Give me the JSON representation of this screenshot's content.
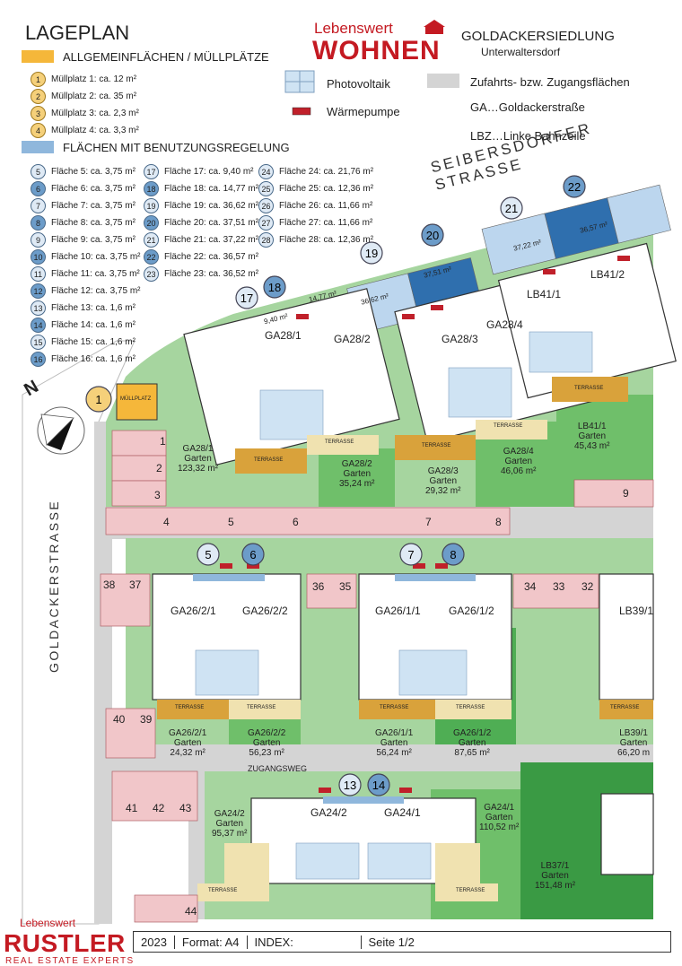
{
  "header": {
    "title": "LAGEPLAN",
    "brand_top": "Lebenswert",
    "brand_bottom": "WOHNEN",
    "project_name": "GOLDACKERSIEDLUNG",
    "project_location": "Unterwaltersdorf"
  },
  "legend": {
    "common_areas": "ALLGEMEINFLÄCHEN / MÜLLPLÄTZE",
    "photovoltaik": "Photovoltaik",
    "heat_pump": "Wärmepumpe",
    "access_areas": "Zufahrts- bzw. Zugangsflächen",
    "ga_abbrev": "GA…Goldackerstraße",
    "lbz_abbrev": "LBZ…Linke Bahnzeile",
    "usage_areas": "FLÄCHEN MIT BENUTZUNGSREGELUNG",
    "muellplaetze": [
      {
        "n": "1",
        "text": "Müllplatz 1: ca. 12 m²"
      },
      {
        "n": "2",
        "text": "Müllplatz 2: ca. 35 m²"
      },
      {
        "n": "3",
        "text": "Müllplatz 3: ca. 2,3 m²"
      },
      {
        "n": "4",
        "text": "Müllplatz 4: ca. 3,3 m²"
      }
    ],
    "flaechen_col1": [
      {
        "n": "5",
        "text": "Fläche 5: ca. 3,75 m²"
      },
      {
        "n": "6",
        "text": "Fläche 6: ca. 3,75 m²"
      },
      {
        "n": "7",
        "text": "Fläche 7: ca. 3,75 m²"
      },
      {
        "n": "8",
        "text": "Fläche 8: ca. 3,75 m²"
      },
      {
        "n": "9",
        "text": "Fläche 9: ca. 3,75 m²"
      },
      {
        "n": "10",
        "text": "Fläche 10: ca. 3,75 m²"
      },
      {
        "n": "11",
        "text": "Fläche 11: ca. 3,75 m²"
      },
      {
        "n": "12",
        "text": "Fläche 12: ca. 3,75 m²"
      },
      {
        "n": "13",
        "text": "Fläche 13: ca. 1,6 m²"
      },
      {
        "n": "14",
        "text": "Fläche 14: ca. 1,6 m²"
      },
      {
        "n": "15",
        "text": "Fläche 15: ca. 1,6 m²"
      },
      {
        "n": "16",
        "text": "Fläche 16: ca. 1,6 m²"
      }
    ],
    "flaechen_col2": [
      {
        "n": "17",
        "text": "Fläche 17: ca. 9,40 m²"
      },
      {
        "n": "18",
        "text": "Fläche 18: ca. 14,77 m²"
      },
      {
        "n": "19",
        "text": "Fläche 19: ca. 36,62 m²"
      },
      {
        "n": "20",
        "text": "Fläche 20: ca. 37,51 m²"
      },
      {
        "n": "21",
        "text": "Fläche 21: ca. 37,22 m²"
      },
      {
        "n": "22",
        "text": "Fläche 22: ca. 36,57 m²"
      },
      {
        "n": "23",
        "text": "Fläche 23: ca. 36,52 m²"
      }
    ],
    "flaechen_col3": [
      {
        "n": "24",
        "text": "Fläche 24: ca. 21,76 m²"
      },
      {
        "n": "25",
        "text": "Fläche 25: ca. 12,36 m²"
      },
      {
        "n": "26",
        "text": "Fläche 26: ca. 11,66 m²"
      },
      {
        "n": "27",
        "text": "Fläche 27: ca. 11,66 m²"
      },
      {
        "n": "28",
        "text": "Fläche 28: ca. 12,36 m²"
      }
    ]
  },
  "map": {
    "north": "N",
    "street_seibersdorf": "SEIBERSDORFER STRASSE",
    "street_goldacker": "GOLDACKERSTRASSE",
    "zugangsweg": "ZUGANGSWEG",
    "terrasse": "TERRASSE",
    "muellplatz_label": "MÜLLPLATZ",
    "houses_top": [
      "GA28/1",
      "GA28/2",
      "GA28/3",
      "GA28/4",
      "LB41/1",
      "LB41/2"
    ],
    "houses_mid": [
      "GA26/2/1",
      "GA26/2/2",
      "GA26/1/1",
      "GA26/1/2",
      "LB39/1"
    ],
    "houses_bottom": [
      "GA24/2",
      "GA24/1"
    ],
    "gardens": [
      {
        "name": "GA28/1",
        "label": "Garten",
        "area": "123,32 m²"
      },
      {
        "name": "GA28/2",
        "label": "Garten",
        "area": "35,24 m²"
      },
      {
        "name": "GA28/3",
        "label": "Garten",
        "area": "29,32 m²"
      },
      {
        "name": "GA28/4",
        "label": "Garten",
        "area": "46,06 m²"
      },
      {
        "name": "LB41/1",
        "label": "Garten",
        "area": "45,43 m²"
      },
      {
        "name": "GA26/2/1",
        "label": "Garten",
        "area": "24,32 m²"
      },
      {
        "name": "GA26/2/2",
        "label": "Garten",
        "area": "56,23 m²"
      },
      {
        "name": "GA26/1/1",
        "label": "Garten",
        "area": "56,24 m²"
      },
      {
        "name": "GA26/1/2",
        "label": "Garten",
        "area": "87,65 m²"
      },
      {
        "name": "LB39/1",
        "label": "Garten",
        "area": "66,20 m"
      },
      {
        "name": "GA24/2",
        "label": "Garten",
        "area": "95,37 m²"
      },
      {
        "name": "GA24/1",
        "label": "Garten",
        "area": "110,52 m²"
      },
      {
        "name": "LB37/1",
        "label": "Garten",
        "area": "151,48 m²"
      }
    ],
    "strip_areas": [
      "9,40 m²",
      "14,77 m²",
      "36,62 m²",
      "37,51 m²",
      "37,22 m²",
      "36,57 m²"
    ]
  },
  "footer": {
    "brand": "RUSTLER",
    "brand_sub": "REAL ESTATE EXPERTS",
    "brand_top": "Lebenswert",
    "year": "2023",
    "format": "Format: A4",
    "index": "INDEX:",
    "page": "Seite 1/2"
  },
  "colors": {
    "common": "#f5b73a",
    "usage_blue": "#8fb7dc",
    "usage_dark": "#2f6fae",
    "access": "#d4d4d4",
    "garden": "#8ec98a",
    "garden_dark": "#3a9a44",
    "parking": "#f1c6c9",
    "terrasse": "#d9a23b",
    "heat_pump": "#c0202a",
    "brand_red": "#c41a22"
  }
}
